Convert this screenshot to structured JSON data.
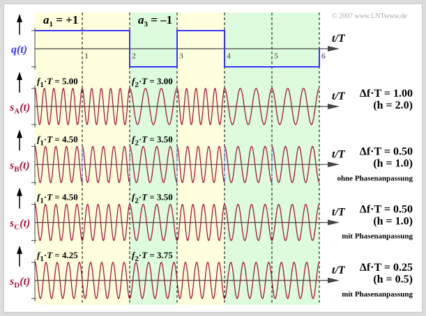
{
  "copyright": "© 2007 www.LNTwww.de",
  "axis_label": "t/T",
  "symbol_labels": [
    {
      "prefix": "a",
      "sub": "1",
      "text": " = +1",
      "symbol": 1
    },
    {
      "prefix": "a",
      "sub": "3",
      "text": " = –1",
      "symbol": 3
    }
  ],
  "colors": {
    "yellow": "#ffffdd",
    "green": "#ddfcdd",
    "wave": "#a8143a",
    "q": "#3333ff",
    "axis": "#444444",
    "jump": "#2244ff"
  },
  "chart_data": {
    "type": "line",
    "symbols": [
      1,
      1,
      -1,
      1,
      -1,
      -1
    ],
    "x_ticks": [
      "1",
      "2",
      "3",
      "4",
      "5",
      "6"
    ],
    "xlim": [
      0,
      6
    ],
    "q_label": "q(t)",
    "rows": [
      {
        "name": "sA",
        "label_main": "s",
        "label_sub": "A",
        "label_tail": "(t)",
        "f1T": 5.0,
        "f2T": 3.0,
        "f1_text": "5.00",
        "f2_text": "3.00",
        "phase_continuous": true,
        "df_text": "Δf·T = 1.00",
        "h_text": "(h = 2.0)",
        "note": ""
      },
      {
        "name": "sB",
        "label_main": "s",
        "label_sub": "B",
        "label_tail": "(t)",
        "f1T": 4.5,
        "f2T": 3.5,
        "f1_text": "4.50",
        "f2_text": "3.50",
        "phase_continuous": false,
        "df_text": "Δf·T = 0.50",
        "h_text": "(h = 1.0)",
        "note": "ohne Phasenanpassung"
      },
      {
        "name": "sC",
        "label_main": "s",
        "label_sub": "C",
        "label_tail": "(t)",
        "f1T": 4.5,
        "f2T": 3.5,
        "f1_text": "4.50",
        "f2_text": "3.50",
        "phase_continuous": true,
        "df_text": "Δf·T = 0.50",
        "h_text": "(h = 1.0)",
        "note": "mit Phasenanpassung"
      },
      {
        "name": "sD",
        "label_main": "s",
        "label_sub": "D",
        "label_tail": "(t)",
        "f1T": 4.25,
        "f2T": 3.75,
        "f1_text": "4.25",
        "f2_text": "3.75",
        "phase_continuous": true,
        "df_text": "Δf·T = 0.25",
        "h_text": "(h = 0.5)",
        "note": "mit Phasenanpassung"
      }
    ]
  }
}
